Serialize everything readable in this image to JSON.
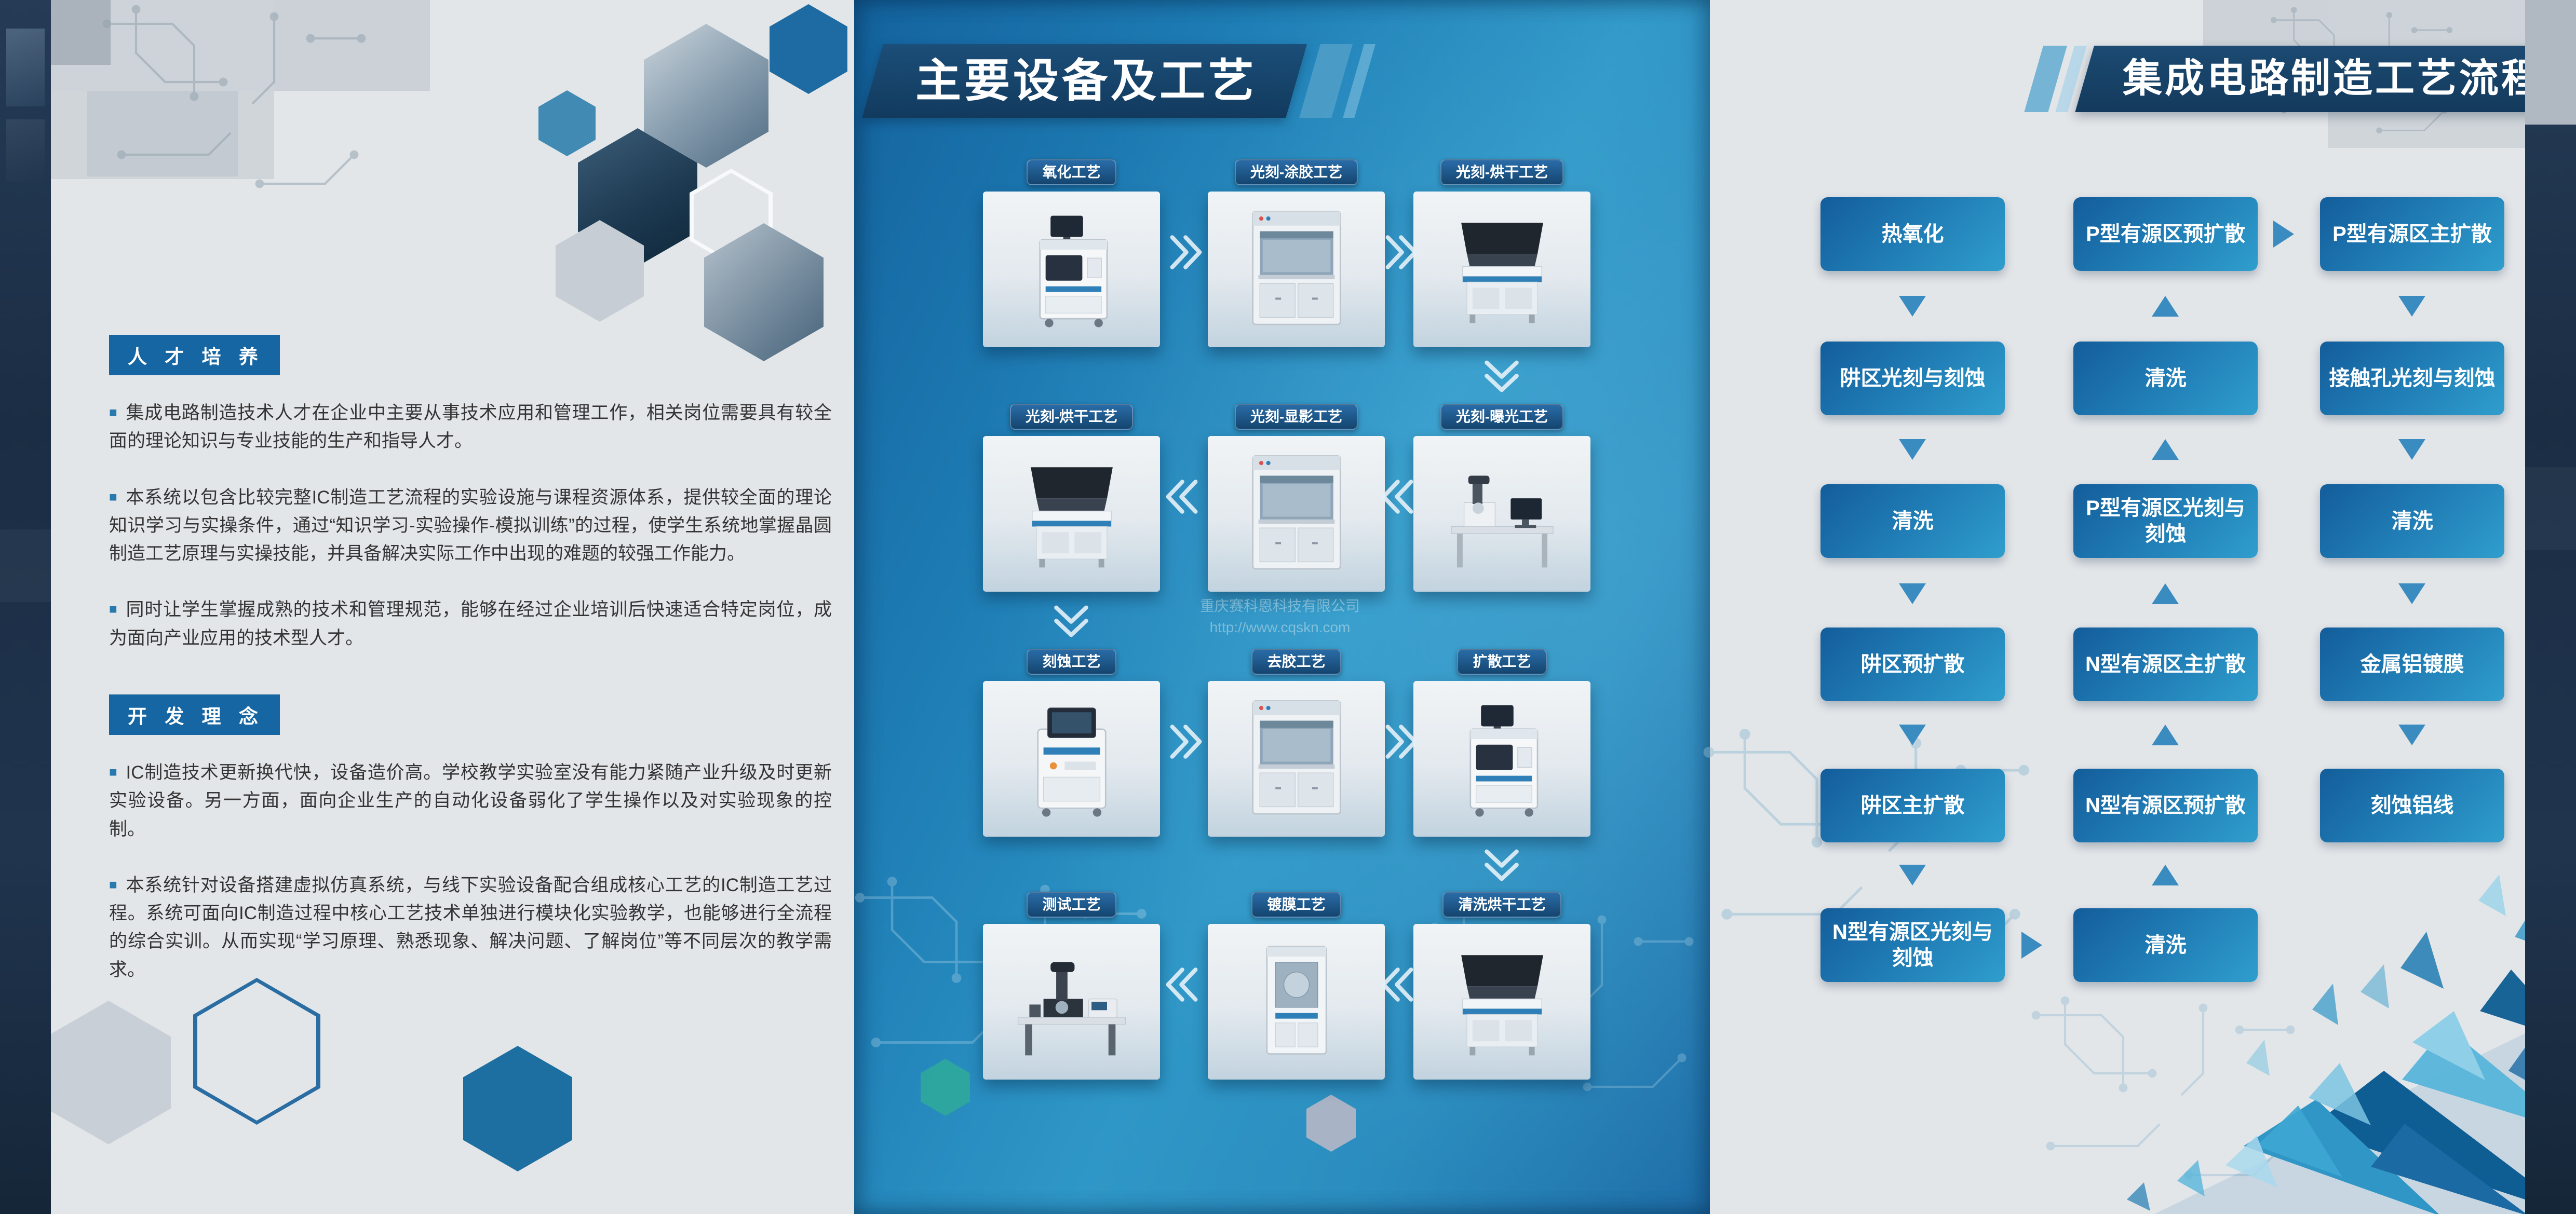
{
  "left": {
    "bullet": "■",
    "sections": [
      {
        "header": "人 才 培 养",
        "paragraphs": [
          "集成电路制造技术人才在企业中主要从事技术应用和管理工作，相关岗位需要具有较全面的理论知识与专业技能的生产和指导人才。",
          "本系统以包含比较完整IC制造工艺流程的实验设施与课程资源体系，提供较全面的理论知识学习与实操条件，通过“知识学习-实验操作-模拟训练”的过程，使学生系统地掌握晶圆制造工艺原理与实操技能，并具备解决实际工作中出现的难题的较强工作能力。",
          "同时让学生掌握成熟的技术和管理规范，能够在经过企业培训后快速适合特定岗位，成为面向产业应用的技术型人才。"
        ]
      },
      {
        "header": "开 发 理 念",
        "paragraphs": [
          "IC制造技术更新换代快，设备造价高。学校教学实验室没有能力紧随产业升级及时更新实验设备。另一方面，面向企业生产的自动化设备弱化了学生操作以及对实验现象的控制。",
          "本系统针对设备搭建虚拟仿真系统，与线下实验设备配合组成核心工艺的IC制造工艺过程。系统可面向IC制造过程中核心工艺技术单独进行模块化实验教学，也能够进行全流程的综合实训。从而实现“学习原理、熟悉现象、解决问题、了解岗位”等不同层次的教学需求。"
        ]
      }
    ]
  },
  "center": {
    "title": "主要设备及工艺",
    "watermark": {
      "line1": "重庆赛科恩科技有限公司",
      "line2": "http://www.cqskn.com"
    },
    "equipment": [
      {
        "label": "氧化工艺"
      },
      {
        "label": "光刻-涂胶工艺"
      },
      {
        "label": "光刻-烘干工艺"
      },
      {
        "label": "光刻-烘干工艺"
      },
      {
        "label": "光刻-显影工艺"
      },
      {
        "label": "光刻-曝光工艺"
      },
      {
        "label": "刻蚀工艺"
      },
      {
        "label": "去胶工艺"
      },
      {
        "label": "扩散工艺"
      },
      {
        "label": "测试工艺"
      },
      {
        "label": "镀膜工艺"
      },
      {
        "label": "清洗烘干工艺"
      }
    ]
  },
  "right": {
    "title": "集成电路制造工艺流程",
    "col1": [
      "热氧化",
      "阱区光刻与刻蚀",
      "清洗",
      "阱区预扩散",
      "阱区主扩散",
      "N型有源区光刻与刻蚀"
    ],
    "col2": [
      "P型有源区预扩散",
      "清洗",
      "P型有源区光刻与刻蚀",
      "N型有源区主扩散",
      "N型有源区预扩散",
      "清洗"
    ],
    "col3": [
      "P型有源区主扩散",
      "接触孔光刻与刻蚀",
      "清洗",
      "金属铝镀膜",
      "刻蚀铝线"
    ]
  },
  "icons": {
    "process_chevron": "double-chevron",
    "flow_arrow": "solid-triangle"
  },
  "colors": {
    "banner_navy": "#17426a",
    "flow_box_start": "#135d9b",
    "flow_box_end": "#2f9ecd",
    "flow_arrow": "#3a8bc0",
    "header_box": "#1566a2",
    "center_panel_blue": "#2386bb",
    "panel_gray": "#e3e6e9"
  }
}
